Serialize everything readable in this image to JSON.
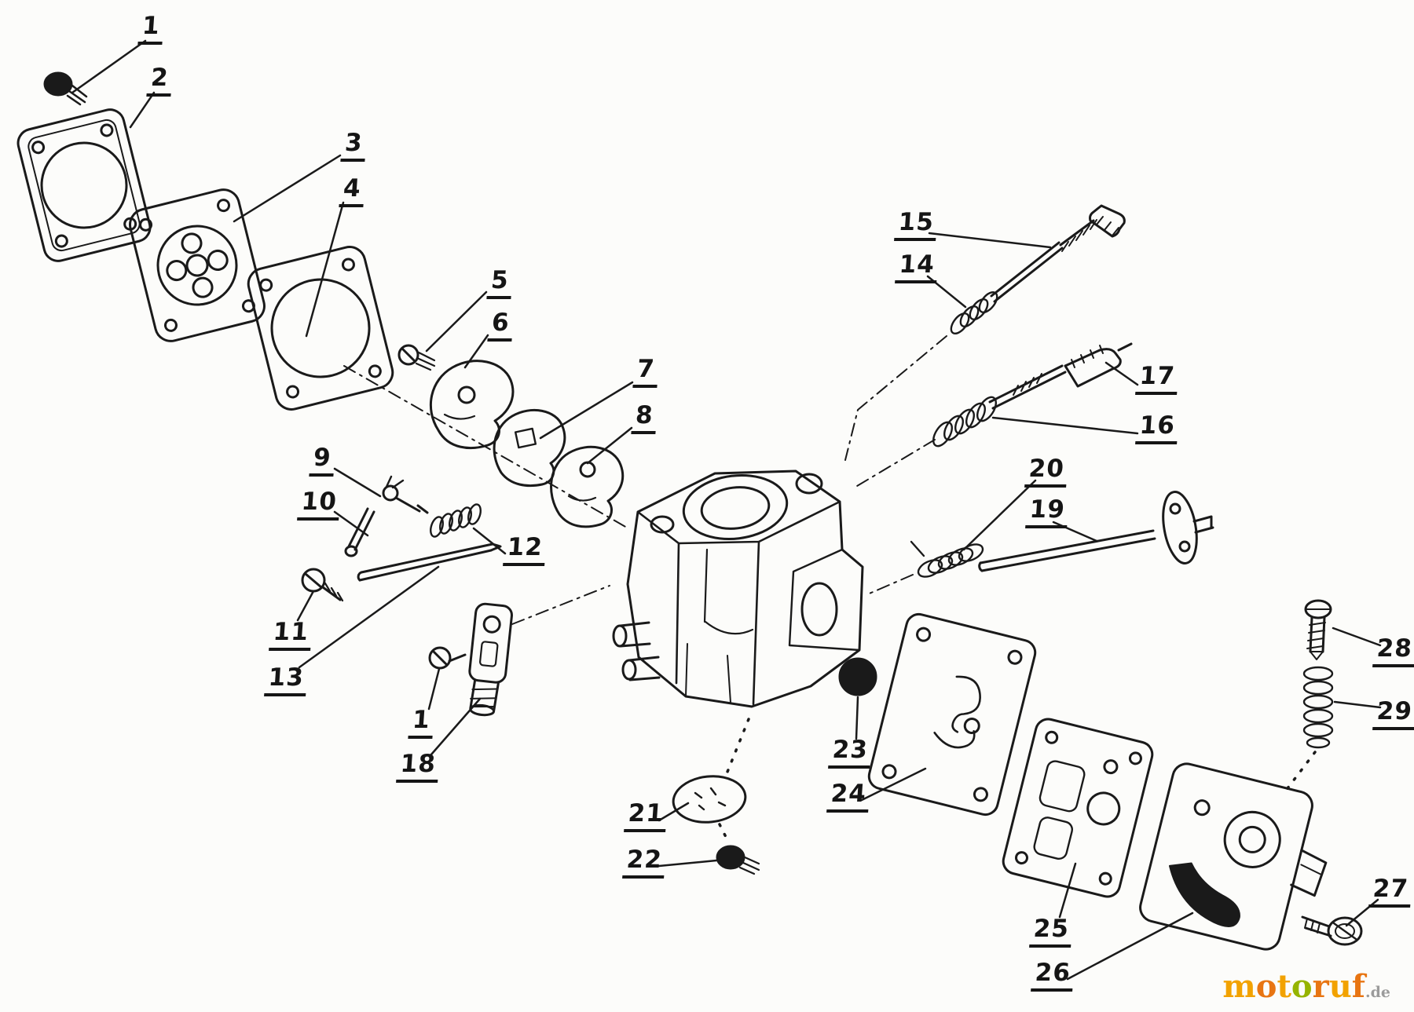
{
  "diagram": {
    "ink_color": "#1a1a1a",
    "background_color": "#fcfcfa"
  },
  "callouts": {
    "c1a": "1",
    "c2": "2",
    "c3": "3",
    "c4": "4",
    "c5": "5",
    "c6": "6",
    "c7": "7",
    "c8": "8",
    "c9": "9",
    "c10": "10",
    "c11": "11",
    "c12": "12",
    "c13": "13",
    "c14": "14",
    "c15": "15",
    "c16": "16",
    "c17": "17",
    "c18": "18",
    "c19": "19",
    "c20": "20",
    "c1b": "1",
    "c21": "21",
    "c22": "22",
    "c23": "23",
    "c24": "24",
    "c25": "25",
    "c26": "26",
    "c27": "27",
    "c28": "28",
    "c29": "29"
  },
  "watermark": {
    "letters": [
      {
        "char": "m",
        "color": "#f2a200"
      },
      {
        "char": "o",
        "color": "#e87512"
      },
      {
        "char": "t",
        "color": "#f2a200"
      },
      {
        "char": "o",
        "color": "#96b400"
      },
      {
        "char": "r",
        "color": "#e87512"
      },
      {
        "char": "u",
        "color": "#f2a200"
      },
      {
        "char": "f",
        "color": "#e87512"
      }
    ],
    "tld": ".de",
    "tld_color": "#9b9b9b"
  }
}
